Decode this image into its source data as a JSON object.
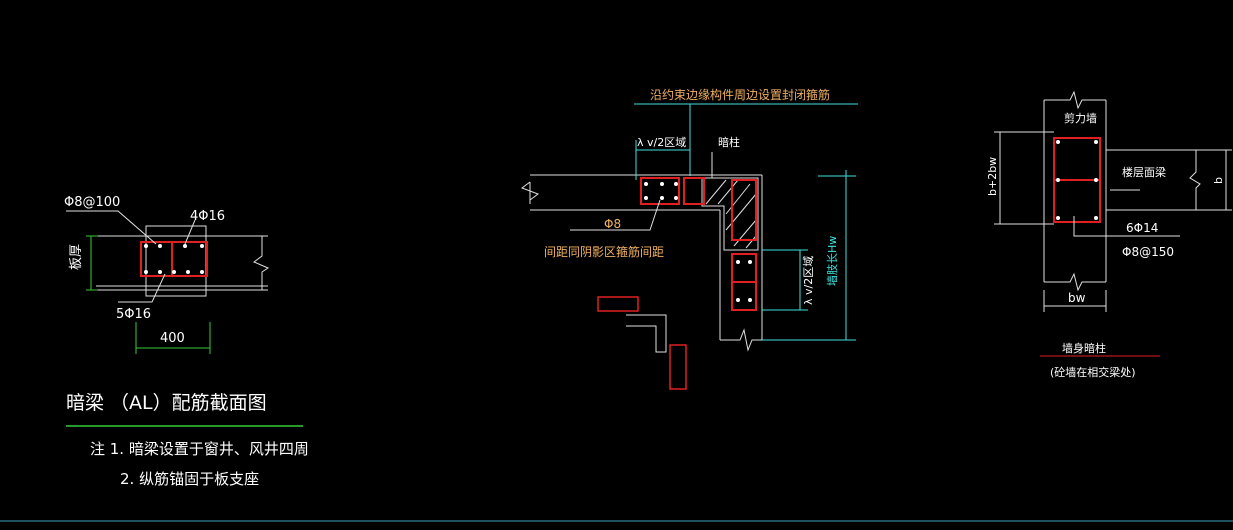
{
  "colors": {
    "background": "#000000",
    "cyan": "#40e0e0",
    "green": "#33cc33",
    "red": "#e02020",
    "white": "#ffffff",
    "orange": "#f0b060",
    "magenta": "#c040c0"
  },
  "left_detail": {
    "stirrup_label": "Φ8@100",
    "top_bars_label": "4Φ16",
    "side_label": "板厚",
    "bottom_bars_label": "5Φ16",
    "width_dim": "400",
    "title": "暗梁  （AL）配筋截面图",
    "notes": [
      "注  1. 暗梁设置于窗井、风井四周",
      "2. 纵筋锚固于板支座"
    ]
  },
  "center_detail": {
    "top_note": "沿约束边缘构件周边设置封闭箍筋",
    "lambda_zone_top": "λ v/2区域",
    "hidden_column": "暗柱",
    "phi8_label": "Φ8",
    "spacing_note": "间距同阴影区箍筋间距",
    "lambda_zone_side": "λ v/2区域",
    "length_label": "墙肢长Hw"
  },
  "right_detail": {
    "shear_wall": "剪力墙",
    "floor_beam": "楼层面梁",
    "height_dim": "b+2bw",
    "b_label": "b",
    "bars_label": "6Φ14",
    "stirrup_label": "Φ8@150",
    "width_dim": "bw",
    "title": "墙身暗柱",
    "subtitle": "(砼墙在相交梁处)"
  }
}
